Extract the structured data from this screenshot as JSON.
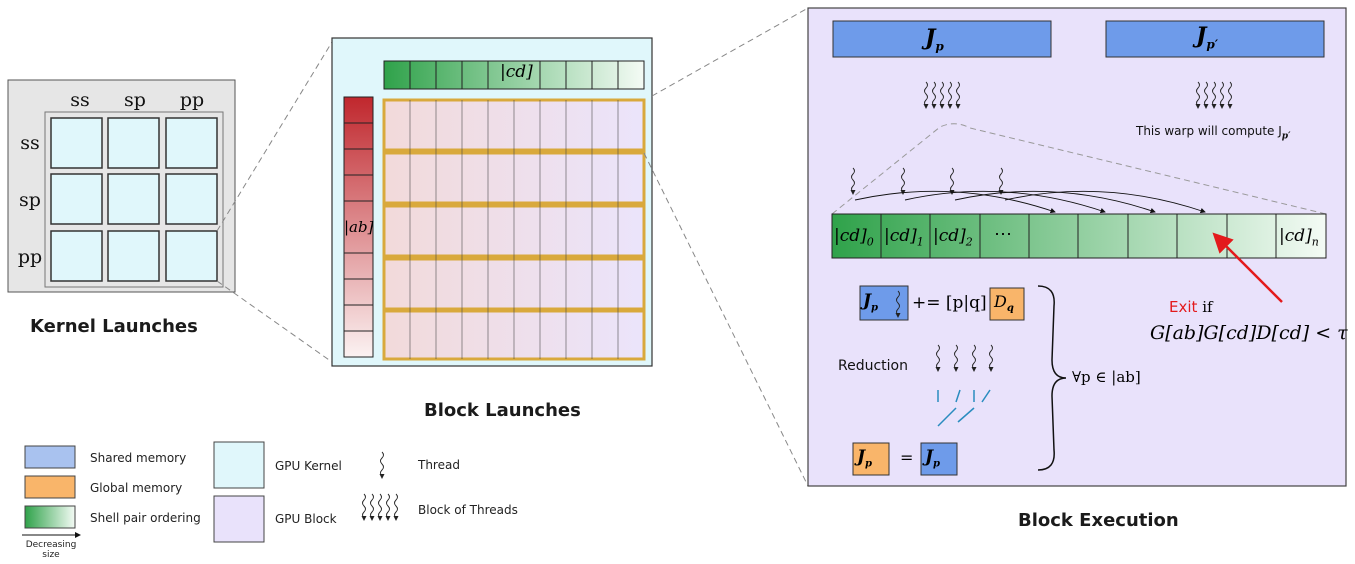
{
  "kernel": {
    "title": "Kernel Launches",
    "col_labels": [
      "ss",
      "sp",
      "pp"
    ],
    "row_labels": [
      "ss",
      "sp",
      "pp"
    ]
  },
  "block": {
    "title": "Block Launches",
    "cd_label": "|cd]",
    "ab_label": "|ab]"
  },
  "execution": {
    "title": "Block Execution",
    "jp": "J",
    "jp_sub": "p",
    "jpp_sub": "p′",
    "warp_note": "This warp will compute J",
    "warp_note_sub": "p′",
    "cd_cells": [
      "|cd]",
      "|cd]",
      "|cd]",
      "⋯",
      "|cd]"
    ],
    "cd_subs": [
      "0",
      "1",
      "2",
      "",
      "n"
    ],
    "exit_word": "Exit",
    "exit_if": "if",
    "exit_cond": "G[ab]G[cd]D[cd] < τ",
    "update_eq": "+= [p|q]",
    "d_label": "D",
    "d_sub": "q",
    "reduction": "Reduction",
    "forall": "∀p ∈ |ab]",
    "equals": "="
  },
  "legend": {
    "shared": "Shared memory",
    "global": "Global memory",
    "ordering": "Shell pair ordering",
    "decreasing": "Decreasing",
    "size": "size",
    "gpu_kernel": "GPU Kernel",
    "gpu_block": "GPU Block",
    "thread": "Thread",
    "block_threads": "Block of Threads"
  },
  "colors": {
    "shared": "#6e9bea",
    "global": "#f9b56a",
    "kernel_bg": "#e0f7fb",
    "block_bg": "#e9e2fb",
    "green_dark": "#2fa24a",
    "red_dark": "#c0272d",
    "exit": "#e31a1c"
  }
}
